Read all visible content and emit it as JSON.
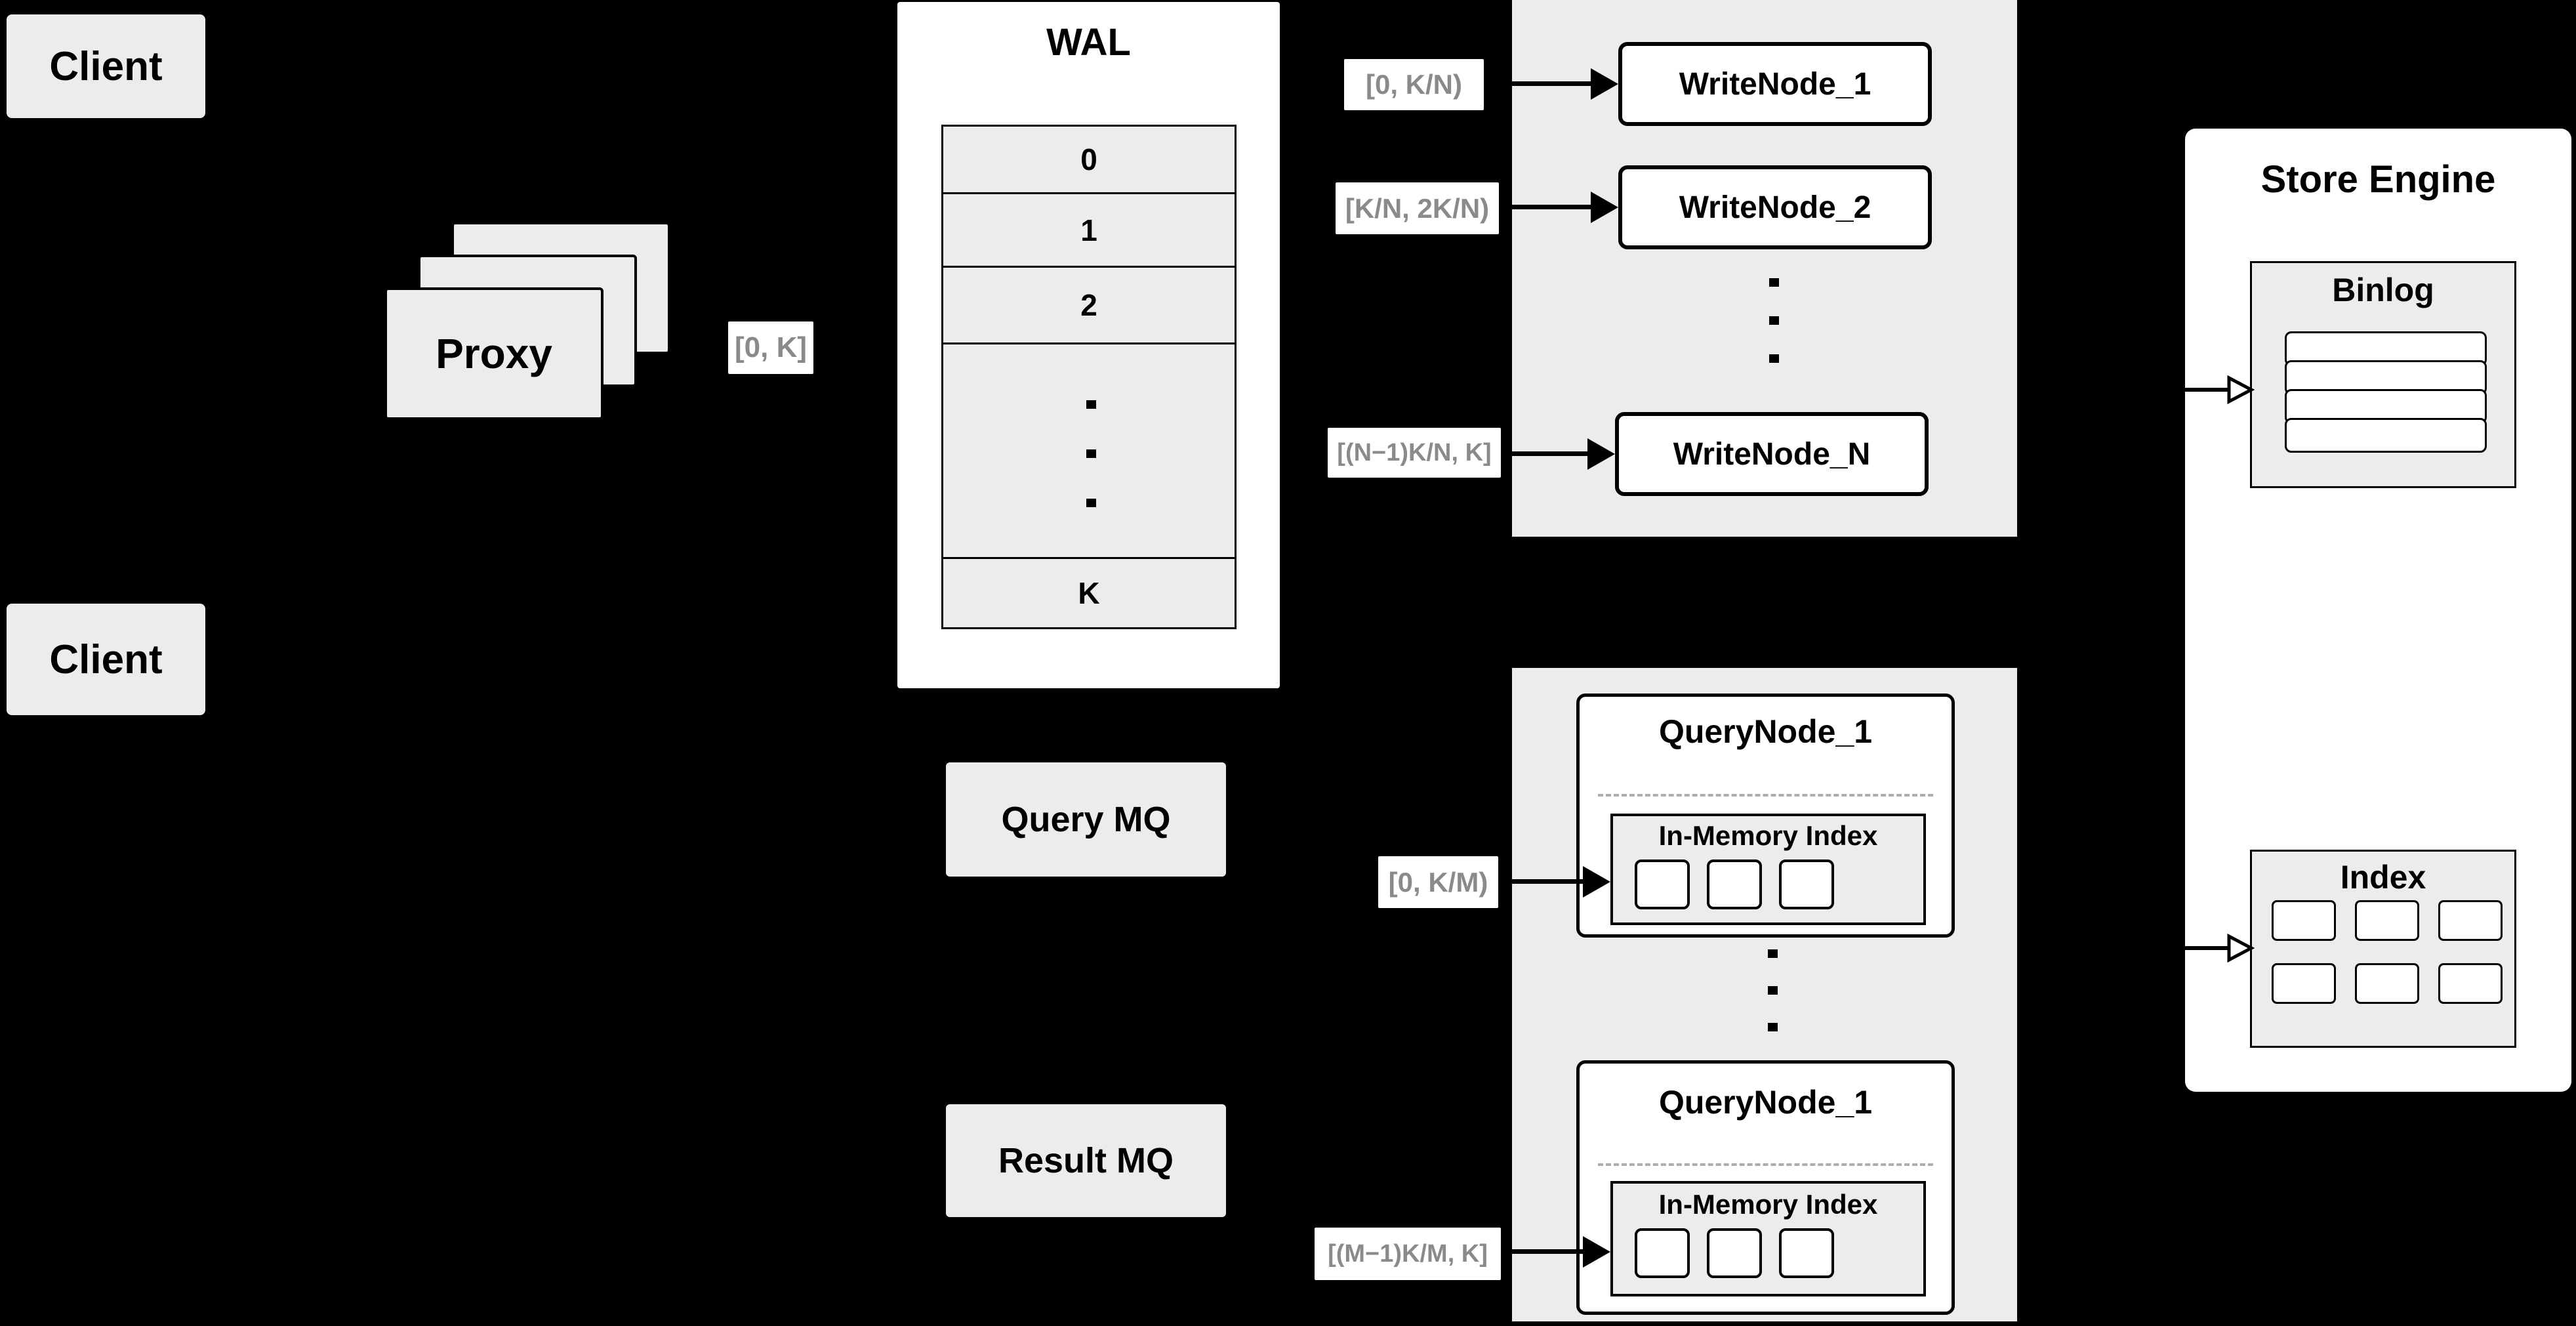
{
  "colors": {
    "background": "#000000",
    "box_gray": "#ececec",
    "box_white": "#ffffff",
    "border": "#000000",
    "range_label_text": "#8a8a8a"
  },
  "clients": {
    "top": "Client",
    "bottom": "Client"
  },
  "proxy": {
    "label": "Proxy",
    "range_label": "[0, K]"
  },
  "wal": {
    "title": "WAL",
    "segments": [
      "0",
      "1",
      "2"
    ],
    "last_segment": "K"
  },
  "write_path": {
    "ranges": [
      "[0, K/N)",
      "[K/N, 2K/N)",
      "[(N−1)K/N, K]"
    ],
    "nodes": [
      "WriteNode_1",
      "WriteNode_2",
      "WriteNode_N"
    ]
  },
  "query_path": {
    "query_mq": "Query MQ",
    "result_mq": "Result MQ",
    "ranges": [
      "[0, K/M)",
      "[(M−1)K/M, K]"
    ],
    "nodes": [
      {
        "title": "QueryNode_1",
        "index_label": "In-Memory Index"
      },
      {
        "title": "QueryNode_1",
        "index_label": "In-Memory Index"
      }
    ]
  },
  "store_engine": {
    "title": "Store Engine",
    "binlog_title": "Binlog",
    "index_title": "Index"
  }
}
